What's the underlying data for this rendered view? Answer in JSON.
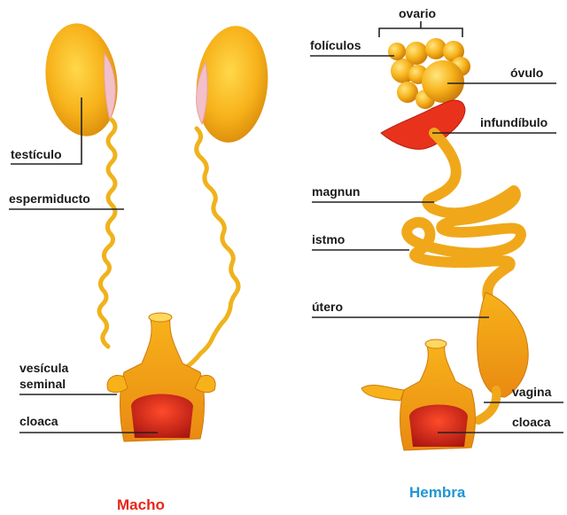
{
  "male": {
    "title": "Macho",
    "labels": {
      "testiculo": "testículo",
      "espermiducto": "espermiducto",
      "vesicula_line1": "vesícula",
      "vesicula_line2": "seminal",
      "cloaca": "cloaca"
    }
  },
  "female": {
    "title": "Hembra",
    "labels": {
      "ovario": "ovario",
      "foliculos": "folículos",
      "ovulo": "óvulo",
      "infundibulo": "infundíbulo",
      "magnun": "magnun",
      "istmo": "istmo",
      "utero": "útero",
      "vagina": "vagina",
      "cloaca": "cloaca"
    }
  },
  "colors": {
    "macho_title": "#e8251b",
    "hembra_title": "#2196d3",
    "organ_yellow": "#f7b21a",
    "organ_orange": "#e98a12",
    "cloaca_red": "#d8261a",
    "leader_line": "#222222"
  }
}
